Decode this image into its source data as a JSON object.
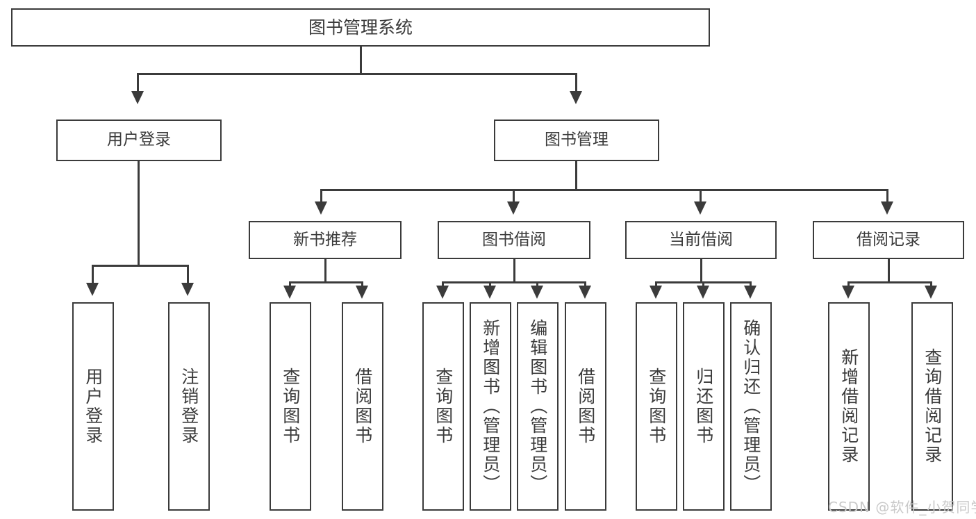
{
  "diagram": {
    "title": "图书管理系统",
    "watermark": "CSDN @软件_小贺同学",
    "colors": {
      "stroke": "#3b3b3b",
      "background": "#ffffff",
      "text": "#3b3b3b",
      "watermark": "#c9c9c9"
    },
    "nodes": {
      "root": "图书管理系统",
      "level2": [
        "用户登录",
        "图书管理"
      ],
      "level3": [
        "新书推荐",
        "图书借阅",
        "当前借阅",
        "借阅记录"
      ],
      "leaves_user_login": [
        "用户登录",
        "注销登录"
      ],
      "leaves_new_book": [
        "查询图书",
        "借阅图书"
      ],
      "leaves_borrow": [
        "查询图书",
        "新增图书（管理员）",
        "编辑图书（管理员）",
        "借阅图书"
      ],
      "leaves_current": [
        "查询图书",
        "归还图书",
        "确认归还（管理员）"
      ],
      "leaves_records": [
        "新增借阅记录",
        "查询借阅记录"
      ]
    }
  }
}
